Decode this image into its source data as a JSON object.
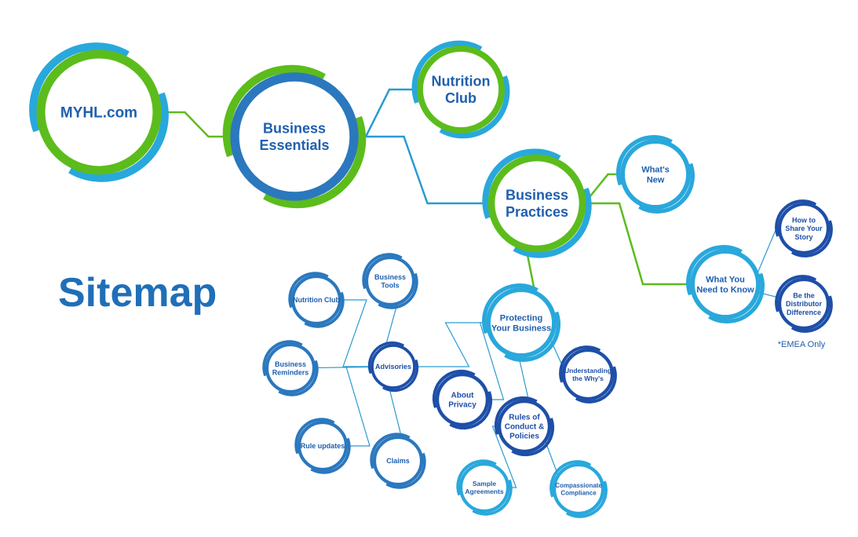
{
  "title": "Sitemap",
  "footnote": "*EMEA Only",
  "colors": {
    "green": "#5cbc1c",
    "light_blue": "#29a8dc",
    "mid_blue": "#2b78be",
    "dark_blue": "#1e4fa8",
    "text_blue": "#1f5fae",
    "line_blue": "#2a9ad2",
    "line_green": "#5cbc1c"
  },
  "nodes": [
    {
      "id": "myhl",
      "lines": [
        "MYHL.com"
      ],
      "style": "green-light"
    },
    {
      "id": "business-essentials",
      "lines": [
        "Business",
        "Essentials"
      ],
      "style": "blue-green"
    },
    {
      "id": "nutrition-club-top",
      "lines": [
        "Nutrition",
        "Club"
      ],
      "style": "green-light"
    },
    {
      "id": "business-practices",
      "lines": [
        "Business",
        "Practices"
      ],
      "style": "green-light"
    },
    {
      "id": "whats-new",
      "lines": [
        "What's",
        "New"
      ],
      "style": "light"
    },
    {
      "id": "what-you-need-to-know",
      "lines": [
        "What You",
        "Need to Know"
      ],
      "style": "light"
    },
    {
      "id": "how-to-share-your-story",
      "lines": [
        "How to",
        "Share Your",
        "Story"
      ],
      "style": "dark"
    },
    {
      "id": "be-the-distributor-difference",
      "lines": [
        "Be the",
        "Distributor",
        "Difference"
      ],
      "style": "dark"
    },
    {
      "id": "protecting-your-business",
      "lines": [
        "Protecting",
        "Your Business"
      ],
      "style": "light"
    },
    {
      "id": "advisories",
      "lines": [
        "Advisories"
      ],
      "style": "dark"
    },
    {
      "id": "business-tools",
      "lines": [
        "Business",
        "Tools"
      ],
      "style": "mid"
    },
    {
      "id": "nutrition-club-small",
      "lines": [
        "Nutrition Club"
      ],
      "style": "mid"
    },
    {
      "id": "business-reminders",
      "lines": [
        "Business",
        "Reminders"
      ],
      "style": "mid"
    },
    {
      "id": "rule-updates",
      "lines": [
        "Rule updates"
      ],
      "style": "mid"
    },
    {
      "id": "claims",
      "lines": [
        "Claims"
      ],
      "style": "mid"
    },
    {
      "id": "about-privacy",
      "lines": [
        "About",
        "Privacy"
      ],
      "style": "dark"
    },
    {
      "id": "understanding-the-whys",
      "lines": [
        "Understanding",
        "the Why's"
      ],
      "style": "dark"
    },
    {
      "id": "rules-of-conduct",
      "lines": [
        "Rules of",
        "Conduct &",
        "Policies"
      ],
      "style": "dark"
    },
    {
      "id": "sample-agreements",
      "lines": [
        "Sample",
        "Agreements"
      ],
      "style": "light"
    },
    {
      "id": "compassionate-compliance",
      "lines": [
        "Compassionate",
        "Compliance"
      ],
      "style": "light"
    }
  ],
  "edges": [
    [
      "myhl",
      "business-essentials"
    ],
    [
      "business-essentials",
      "nutrition-club-top"
    ],
    [
      "business-essentials",
      "business-practices"
    ],
    [
      "business-practices",
      "whats-new"
    ],
    [
      "business-practices",
      "what-you-need-to-know"
    ],
    [
      "business-practices",
      "protecting-your-business"
    ],
    [
      "what-you-need-to-know",
      "how-to-share-your-story"
    ],
    [
      "what-you-need-to-know",
      "be-the-distributor-difference"
    ],
    [
      "protecting-your-business",
      "advisories"
    ],
    [
      "protecting-your-business",
      "about-privacy"
    ],
    [
      "protecting-your-business",
      "understanding-the-whys"
    ],
    [
      "protecting-your-business",
      "rules-of-conduct"
    ],
    [
      "advisories",
      "business-tools"
    ],
    [
      "advisories",
      "nutrition-club-small"
    ],
    [
      "advisories",
      "business-reminders"
    ],
    [
      "advisories",
      "rule-updates"
    ],
    [
      "advisories",
      "claims"
    ],
    [
      "rules-of-conduct",
      "sample-agreements"
    ],
    [
      "rules-of-conduct",
      "compassionate-compliance"
    ]
  ]
}
